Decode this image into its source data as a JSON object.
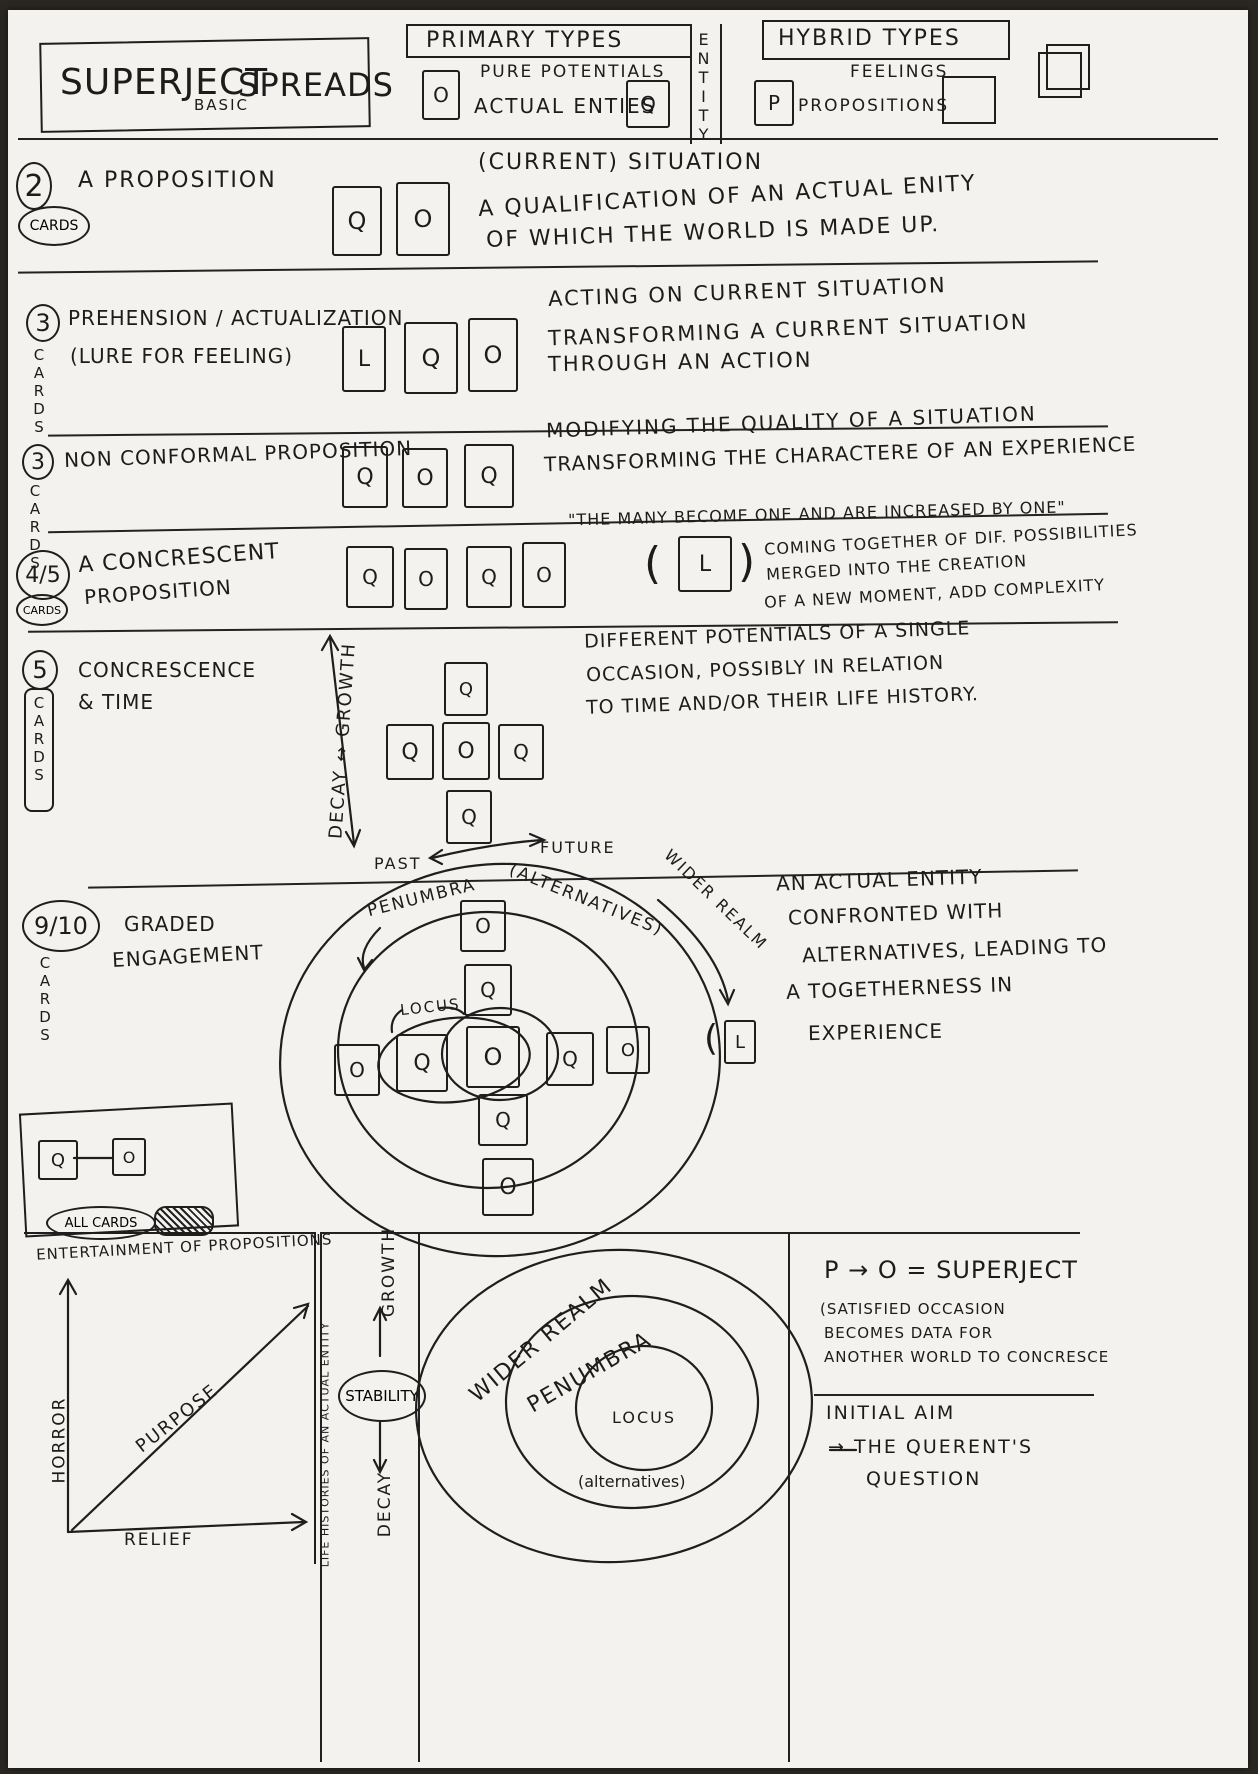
{
  "header": {
    "title_main": "SUPERJECT",
    "title_sub": "BASIC",
    "title_end": "SPREADS",
    "primary_types": "PRIMARY TYPES",
    "pure_potentials": "PURE POTENTIALS",
    "actual_entities": "ACTUAL ENTIES",
    "entity": "ENTITY",
    "hybrid_types": "HYBRID TYPES",
    "feelings": "FEELINGS",
    "propositions": "PROPOSITIONS",
    "card_o": "O",
    "card_q": "Q",
    "card_p": "P"
  },
  "sections": [
    {
      "number": "2",
      "cards_label": "CARDS",
      "title": "A PROPOSITION",
      "cards": [
        "Q",
        "O"
      ],
      "desc": [
        "(CURRENT) SITUATION",
        "A QUALIFICATION OF AN ACTUAL ENITY",
        "OF WHICH THE WORLD IS MADE UP."
      ]
    },
    {
      "number": "3",
      "cards_label": "CARDS",
      "title": "PREHENSION / ACTUALIZATION",
      "subtitle": "(LURE FOR FEELING)",
      "cards": [
        "L",
        "Q",
        "O"
      ],
      "desc": [
        "ACTING ON CURRENT SITUATION",
        "TRANSFORMING A CURRENT SITUATION",
        "THROUGH AN ACTION"
      ]
    },
    {
      "number": "3",
      "cards_label": "CARDS",
      "title": "NON CONFORMAL PROPOSITION",
      "cards": [
        "Q",
        "O",
        "Q"
      ],
      "desc": [
        "MODIFYING THE QUALITY OF A SITUATION",
        "TRANSFORMING THE CHARACTERE OF AN EXPERIENCE"
      ]
    },
    {
      "number": "4/5",
      "cards_label": "CARDS",
      "title": "A CONCRESCENT",
      "subtitle": "PROPOSITION",
      "cards": [
        "Q",
        "O",
        "Q",
        "O"
      ],
      "extra_card": "L",
      "quote": "\"THE MANY BECOME ONE AND ARE INCREASED BY ONE\"",
      "desc": [
        "COMING TOGETHER OF DIF. POSSIBILITIES",
        "MERGED INTO THE CREATION",
        "OF A NEW MOMENT, ADD COMPLEXITY"
      ]
    },
    {
      "number": "5",
      "cards_label": "CARDS",
      "title": "CONCRESCENCE",
      "subtitle": "& TIME",
      "cross_cards": [
        "Q",
        "Q",
        "O",
        "Q",
        "Q"
      ],
      "axis_vertical": "DECAY ↔ GROWTH",
      "past": "PAST",
      "future": "FUTURE",
      "desc": [
        "DIFFERENT POTENTIALS OF A SINGLE",
        "OCCASION, POSSIBLY IN RELATION",
        "TO TIME AND/OR THEIR LIFE HISTORY."
      ]
    },
    {
      "number": "9/10",
      "cards_label": "CARDS",
      "title": "GRADED",
      "subtitle": "ENGAGEMENT",
      "penumbra": "PENUMBRA",
      "alternatives": "(ALTERNATIVES)",
      "wider_realm": "WIDER REALM",
      "locus": "LOCUS",
      "cross_cards": [
        "O",
        "Q",
        "O",
        "Q",
        "O",
        "Q",
        "O",
        "Q",
        "O"
      ],
      "lure_card": "L",
      "desc": [
        "AN ACTUAL ENTITY",
        "CONFRONTED WITH",
        "ALTERNATIVES, LEADING TO",
        "A TOGETHERNESS IN",
        "EXPERIENCE"
      ]
    }
  ],
  "bottom": {
    "mini_cards": [
      "Q",
      "O"
    ],
    "all_cards": "ALL CARDS",
    "entertainment": "ENTERTAINMENT OF PROPOSITIONS",
    "horror": "HORROR",
    "relief": "RELIEF",
    "purpose": "PURPOSE",
    "life_histories": "LIFE HISTORIES OF AN ACTUAL ENTITY",
    "growth": "GROWTH",
    "stability": "STABILITY",
    "decay": "DECAY",
    "wider_realm": "WIDER REALM",
    "penumbra": "PENUMBRA",
    "locus": "LOCUS",
    "alternatives": "(alternatives)",
    "superject_eq": "P → O = SUPERJECT",
    "superject_desc": [
      "(SATISFIED OCCASION",
      "BECOMES DATA FOR",
      "ANOTHER WORLD TO CONCRESCE"
    ],
    "initial_aim": "INITIAL AIM",
    "querent": [
      "→ THE QUERENT'S",
      "QUESTION"
    ]
  },
  "colors": {
    "ink": "#1c1c1c",
    "paper": "#f4f2ee",
    "backdrop": "#2a2622"
  }
}
